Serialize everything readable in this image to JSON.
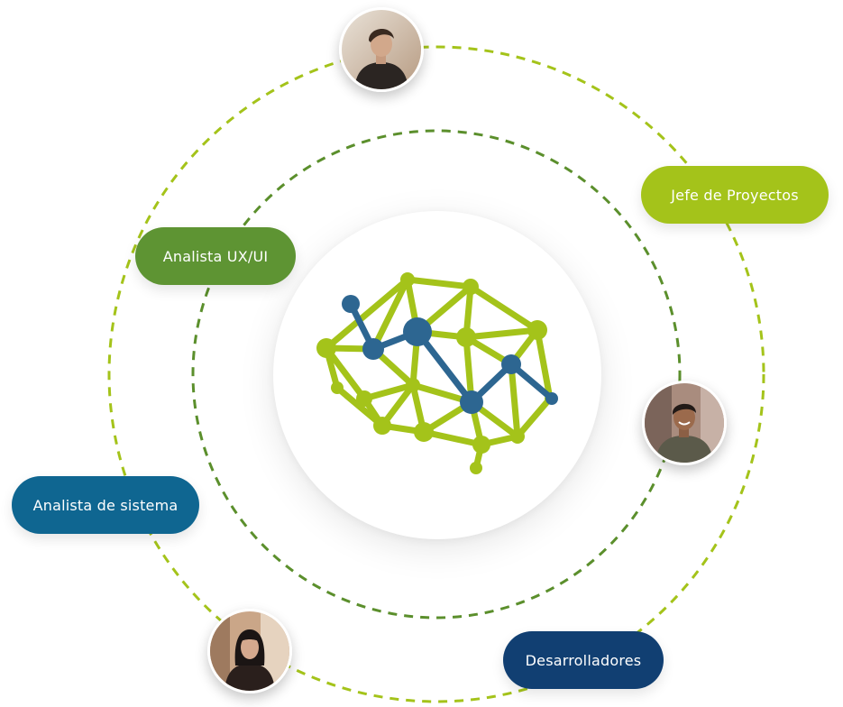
{
  "colors": {
    "outer_ring": "#a4c31a",
    "inner_ring": "#5b8f2c",
    "brain_green": "#a4c31a",
    "brain_blue": "#2d6691"
  },
  "roles": {
    "jefe": {
      "label": "Jefe de Proyectos",
      "color": "#a4c31a"
    },
    "ux": {
      "label": "Analista UX/UI",
      "color": "#5e9433"
    },
    "sistema": {
      "label": "Analista de sistema",
      "color": "#0f6691"
    },
    "dev": {
      "label": "Desarrolladores",
      "color": "#113f72"
    }
  },
  "logo": {
    "icon": "brain-network-icon"
  },
  "avatars": [
    {
      "name": "person-top-icon"
    },
    {
      "name": "person-right-icon"
    },
    {
      "name": "person-bottom-left-icon"
    }
  ]
}
